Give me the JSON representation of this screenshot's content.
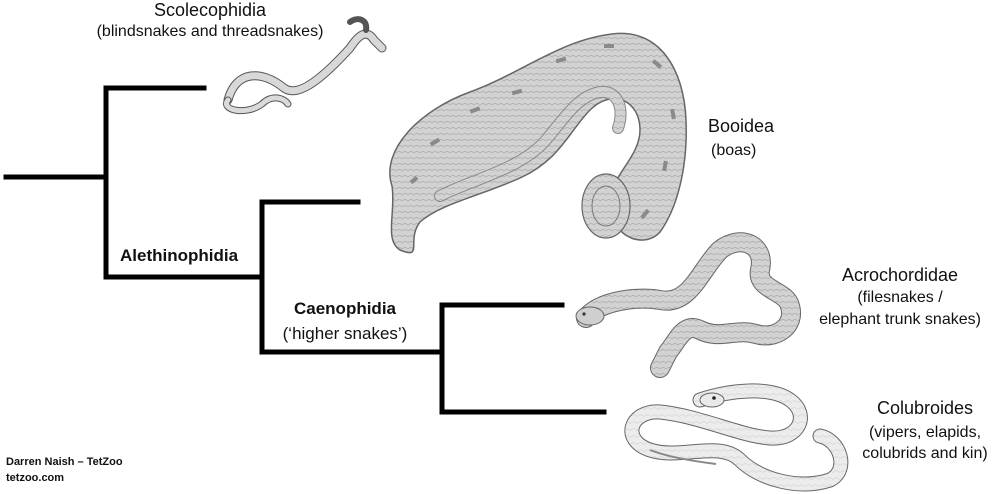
{
  "clades": {
    "scolecophidia": {
      "name": "Scolecophidia",
      "desc": "(blindsnakes and threadsnakes)"
    },
    "booidea": {
      "name": "Booidea",
      "desc": "(boas)"
    },
    "acrochordidae": {
      "name": "Acrochordidae",
      "desc_line1": "(filesnakes /",
      "desc_line2": "elephant trunk snakes)"
    },
    "colubroides": {
      "name": "Colubroides",
      "desc_line1": "(vipers, elapids,",
      "desc_line2": "colubrids and kin)"
    }
  },
  "nodes": {
    "alethinophidia": "Alethinophidia",
    "caenophidia": "Caenophidia",
    "caenophidia_desc": "(‘higher snakes’)"
  },
  "credit": {
    "line1": "Darren Naish – TetZoo",
    "line2": "tetzoo.com"
  },
  "illustrations": [
    "blindsnake-drawing",
    "boa-drawing",
    "filesnake-drawing",
    "colubroid-drawing"
  ]
}
